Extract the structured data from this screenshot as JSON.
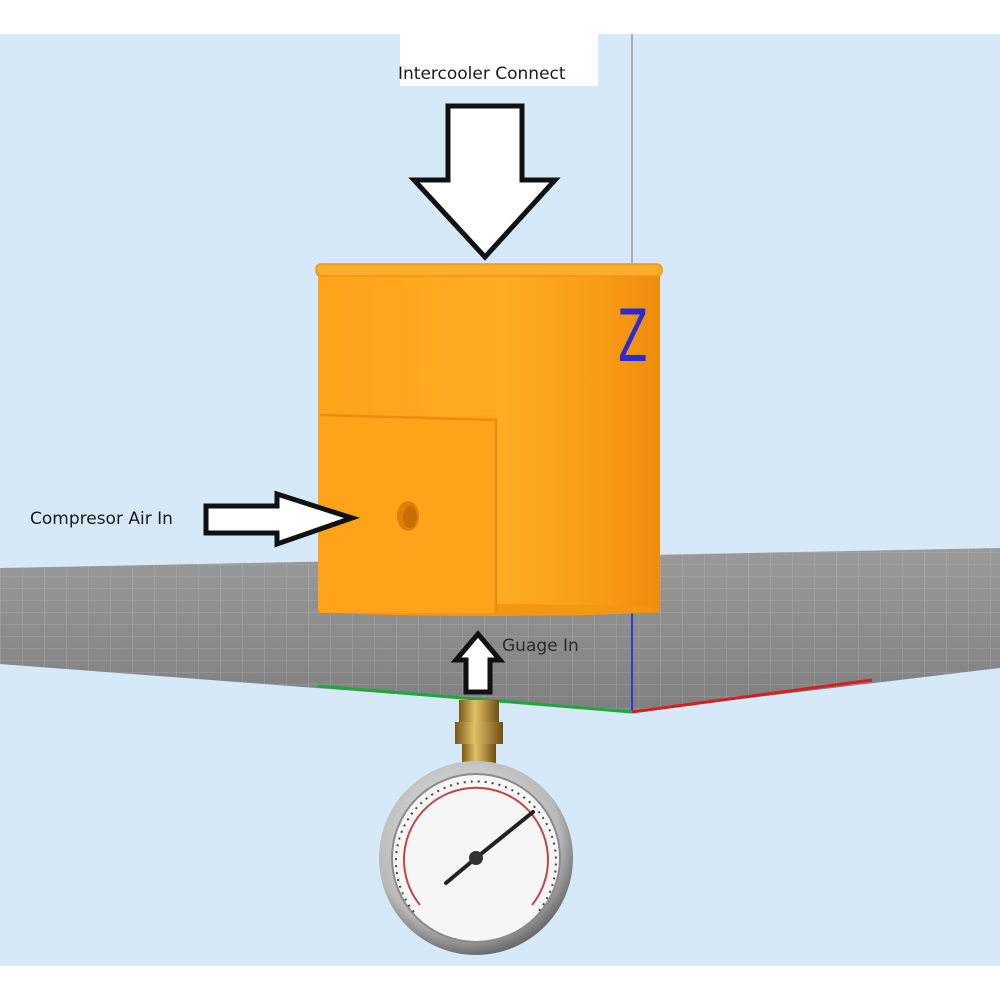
{
  "labels": {
    "intercooler": "Intercooler Connect",
    "compressor": "Compresor Air In",
    "gauge": "Guage In",
    "axis_z": "Z"
  },
  "colors": {
    "viewport_background": "#d5e9f8",
    "part_body": "#ffa61c",
    "part_shadow": "#f08f10",
    "build_plate": "#8f8f8f",
    "axis_x": "#d42020",
    "axis_y": "#1ea83a",
    "axis_z": "#3535e0",
    "arrow_fill": "#ffffff",
    "arrow_stroke": "#111111"
  },
  "icons": {
    "gauge": "pressure-gauge-icon"
  }
}
